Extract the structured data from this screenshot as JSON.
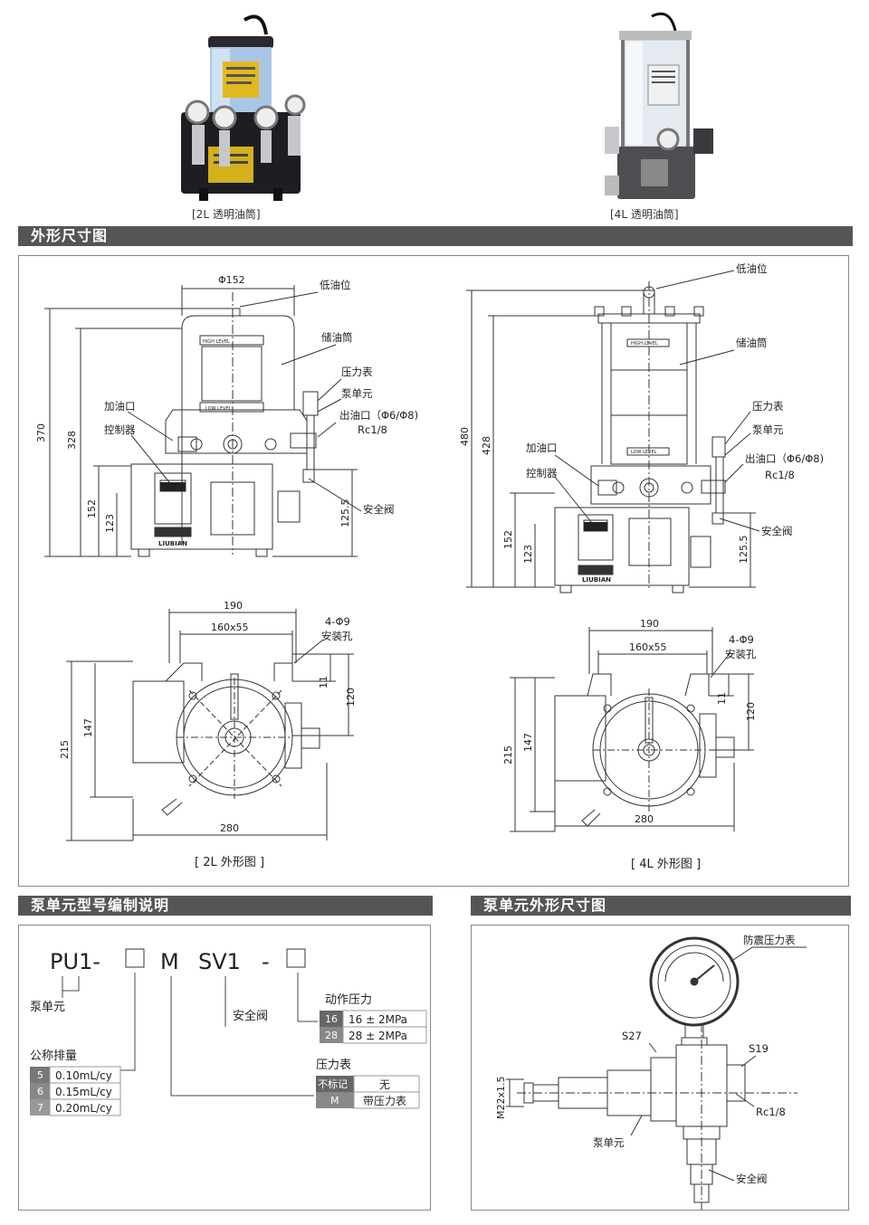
{
  "photos": {
    "left_caption": "[2L 透明油筒]",
    "right_caption": "[4L 透明油筒]"
  },
  "sections": {
    "outline": "外形尺寸图",
    "model_code": "泵单元型号编制说明",
    "unit_outline": "泵单元外形尺寸图"
  },
  "drawing_2l": {
    "caption": "[  2L 外形图  ]",
    "labels": {
      "low_level": "低油位",
      "reservoir": "储油筒",
      "gauge": "压力表",
      "pump_unit": "泵单元",
      "fill_port": "加油口",
      "outlet": "出油口（Φ6/Φ8)",
      "rc": "Rc1/8",
      "controller": "控制器",
      "safety_valve": "安全阀",
      "mount_holes_n": "4-Φ9",
      "mount_holes": "安装孔",
      "high_level_tag": "HIGH LEVEL",
      "low_level_tag": "LOW LEVEL",
      "brand": "LIUBIAN"
    },
    "dims": {
      "phi": "Φ152",
      "h370": "370",
      "h328": "328",
      "h152": "152",
      "h123": "123",
      "h1255": "125.5",
      "w190": "190",
      "w160": "160x55",
      "d11": "11",
      "d120": "120",
      "d147": "147",
      "d215": "215",
      "w280": "280"
    }
  },
  "drawing_4l": {
    "caption": "[  4L 外形图  ]",
    "labels": {
      "low_level": "低油位",
      "reservoir": "储油筒",
      "gauge": "压力表",
      "pump_unit": "泵单元",
      "fill_port": "加油口",
      "outlet": "出油口（Φ6/Φ8)",
      "rc": "Rc1/8",
      "controller": "控制器",
      "safety_valve": "安全阀",
      "mount_holes_n": "4-Φ9",
      "mount_holes": "安装孔",
      "high_level_tag": "HIGH LEVEL",
      "low_level_tag": "LOW LEVEL",
      "brand": "LIUBIAN"
    },
    "dims": {
      "h480": "480",
      "h428": "428",
      "h152": "152",
      "h123": "123",
      "h1255": "125.5",
      "w190": "190",
      "w160": "160x55",
      "d11": "11",
      "d120": "120",
      "d147": "147",
      "d215": "215",
      "w280": "280"
    }
  },
  "model_code": {
    "p1": "PU1-",
    "p2": "M",
    "p3": "SV1",
    "p4": "-",
    "pump_unit": "泵单元",
    "safety_valve": "安全阀",
    "pressure_title": "动作压力",
    "pressure_rows": [
      {
        "code": "16",
        "value": "16 ± 2MPa"
      },
      {
        "code": "28",
        "value": "28 ± 2MPa"
      }
    ],
    "gauge_title": "压力表",
    "gauge_rows": [
      {
        "code": "不标记",
        "value": "无"
      },
      {
        "code": "M",
        "value": "带压力表"
      }
    ],
    "displacement_title": "公称排量",
    "displacement_rows": [
      {
        "code": "5",
        "value": "0.10mL/cy"
      },
      {
        "code": "6",
        "value": "0.15mL/cy"
      },
      {
        "code": "7",
        "value": "0.20mL/cy"
      }
    ]
  },
  "unit_drawing": {
    "gauge": "防震压力表",
    "s27": "S27",
    "s19": "S19",
    "m22": "M22x1.5",
    "rc": "Rc1/8",
    "pump_unit": "泵单元",
    "safety_valve": "安全阀"
  }
}
